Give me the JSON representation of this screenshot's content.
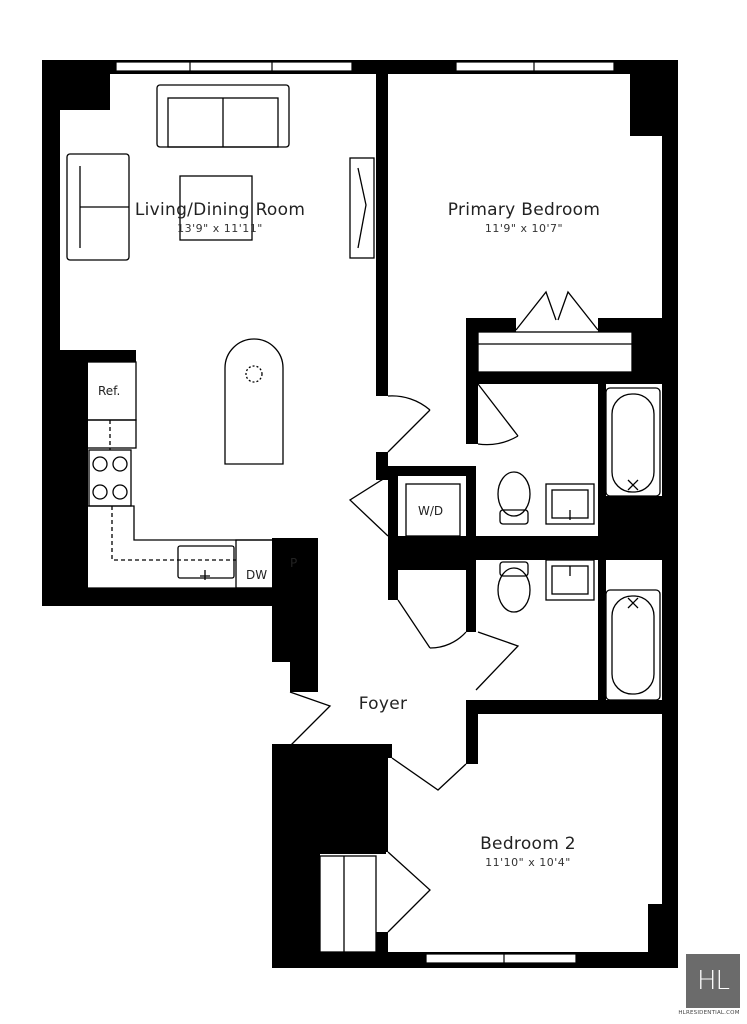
{
  "rooms": {
    "living": {
      "name": "Living/Dining Room",
      "dims": "13'9\" x 11'11\""
    },
    "primary": {
      "name": "Primary Bedroom",
      "dims": "11'9\" x 10'7\""
    },
    "foyer": {
      "name": "Foyer"
    },
    "bedroom2": {
      "name": "Bedroom 2",
      "dims": "11'10\" x 10'4\""
    }
  },
  "fixtures": {
    "ref": "Ref.",
    "wd": "W/D",
    "dw": "DW",
    "pantry": "P"
  },
  "logo": {
    "mark": "HL",
    "site": "HLRESIDENTIAL.COM"
  }
}
